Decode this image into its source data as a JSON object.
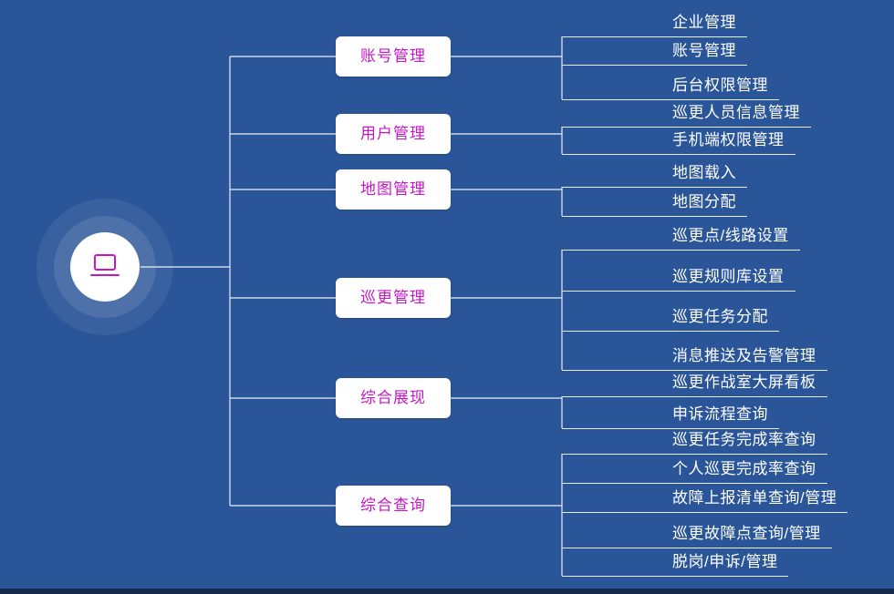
{
  "diagram": {
    "type": "mindmap",
    "root": {
      "icon": "laptop-icon"
    },
    "branches": [
      {
        "label": "账号管理",
        "children": [
          "企业管理",
          "账号管理",
          "后台权限管理"
        ]
      },
      {
        "label": "用户管理",
        "children": [
          "巡更人员信息管理",
          "手机端权限管理"
        ]
      },
      {
        "label": "地图管理",
        "children": [
          "地图载入",
          "地图分配"
        ]
      },
      {
        "label": "巡更管理",
        "children": [
          "巡更点/线路设置",
          "巡更规则库设置",
          "巡更任务分配",
          "消息推送及告警管理"
        ]
      },
      {
        "label": "综合展现",
        "children": [
          "巡更作战室大屏看板",
          "申诉流程查询"
        ]
      },
      {
        "label": "综合查询",
        "children": [
          "巡更任务完成率查询",
          "个人巡更完成率查询",
          "故障上报清单查询/管理",
          "巡更故障点查询/管理",
          "脱岗/申诉/管理"
        ]
      }
    ],
    "colors": {
      "background": "#2a5598",
      "accent_magenta": "#c617c6",
      "node_fill": "#ffffff",
      "line": "#e9eef7",
      "leaf_text": "#ffffff",
      "bottom_strip": "#18294e"
    }
  }
}
